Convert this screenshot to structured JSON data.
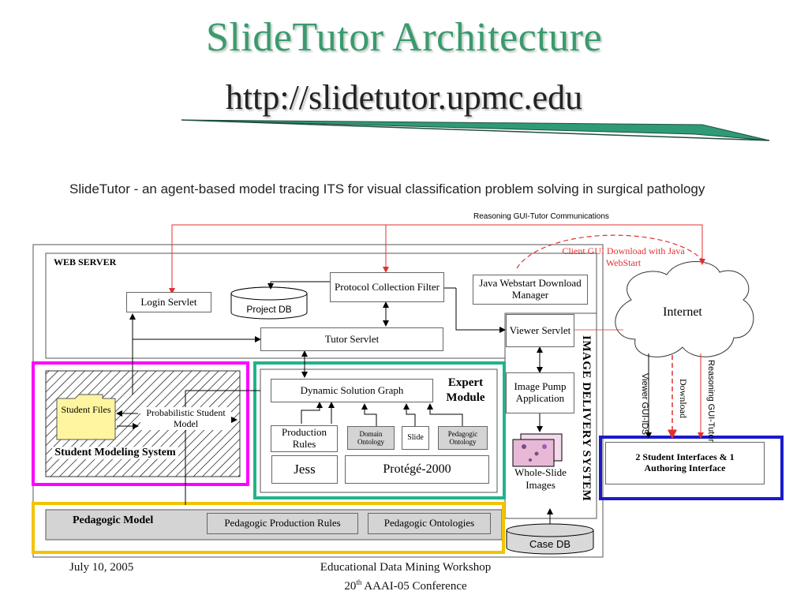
{
  "slide": {
    "title": "SlideTutor Architecture",
    "url": "http://slidetutor.upmc.edu",
    "subtitle": "SlideTutor - an agent-based model tracing ITS for visual classification problem solving in surgical pathology"
  },
  "diagram": {
    "web_server": "WEB SERVER",
    "reasoning_comm": "Reasoning GUI-Tutor Communications",
    "client_download": "Client GUI Download with Java WebStart",
    "login_servlet": "Login Servlet",
    "project_db": "Project DB",
    "protocol_filter": "Protocol Collection Filter",
    "java_webstart": "Java Webstart Download Manager",
    "tutor_servlet": "Tutor Servlet",
    "viewer_servlet": "Viewer Servlet",
    "internet": "Internet",
    "image_pump": "Image Pump Application",
    "image_delivery": "IMAGE DELIVERY SYSTEM",
    "whole_slide": "Whole-Slide Images",
    "case_db": "Case DB",
    "dynamic_graph": "Dynamic Solution Graph",
    "expert_module": "Expert Module",
    "production_rules": "Production Rules",
    "domain_ontology": "Domain Ontology",
    "slide": "Slide",
    "pedagogic_ontology": "Pedagogic Ontology",
    "jess": "Jess",
    "protege": "Protégé-2000",
    "student_files": "Student Files",
    "probabilistic_model": "Probabilistic Student Model",
    "student_modeling": "Student Modeling System",
    "pedagogic_model": "Pedagogic Model",
    "ped_prod_rules": "Pedagogic Production Rules",
    "ped_ontologies": "Pedagogic Ontologies",
    "viewer_gui": "Viewer GUI-IDS",
    "download": "Download",
    "reasoning_gui": "Reasoning GUI-Tutor",
    "interfaces": "2 Student Interfaces & 1 Authoring Interface"
  },
  "footer": {
    "date": "July 10, 2005",
    "workshop": "Educational Data Mining Workshop",
    "conf_num": "20",
    "conf_sup": "th",
    "conf_rest": " AAAI-05 Conference"
  },
  "colors": {
    "title": "#3a9a6e",
    "magenta": "#ff00ff",
    "teal": "#22b38a",
    "gold": "#f2c400",
    "blue": "#1a1acc",
    "red": "#e23030"
  }
}
